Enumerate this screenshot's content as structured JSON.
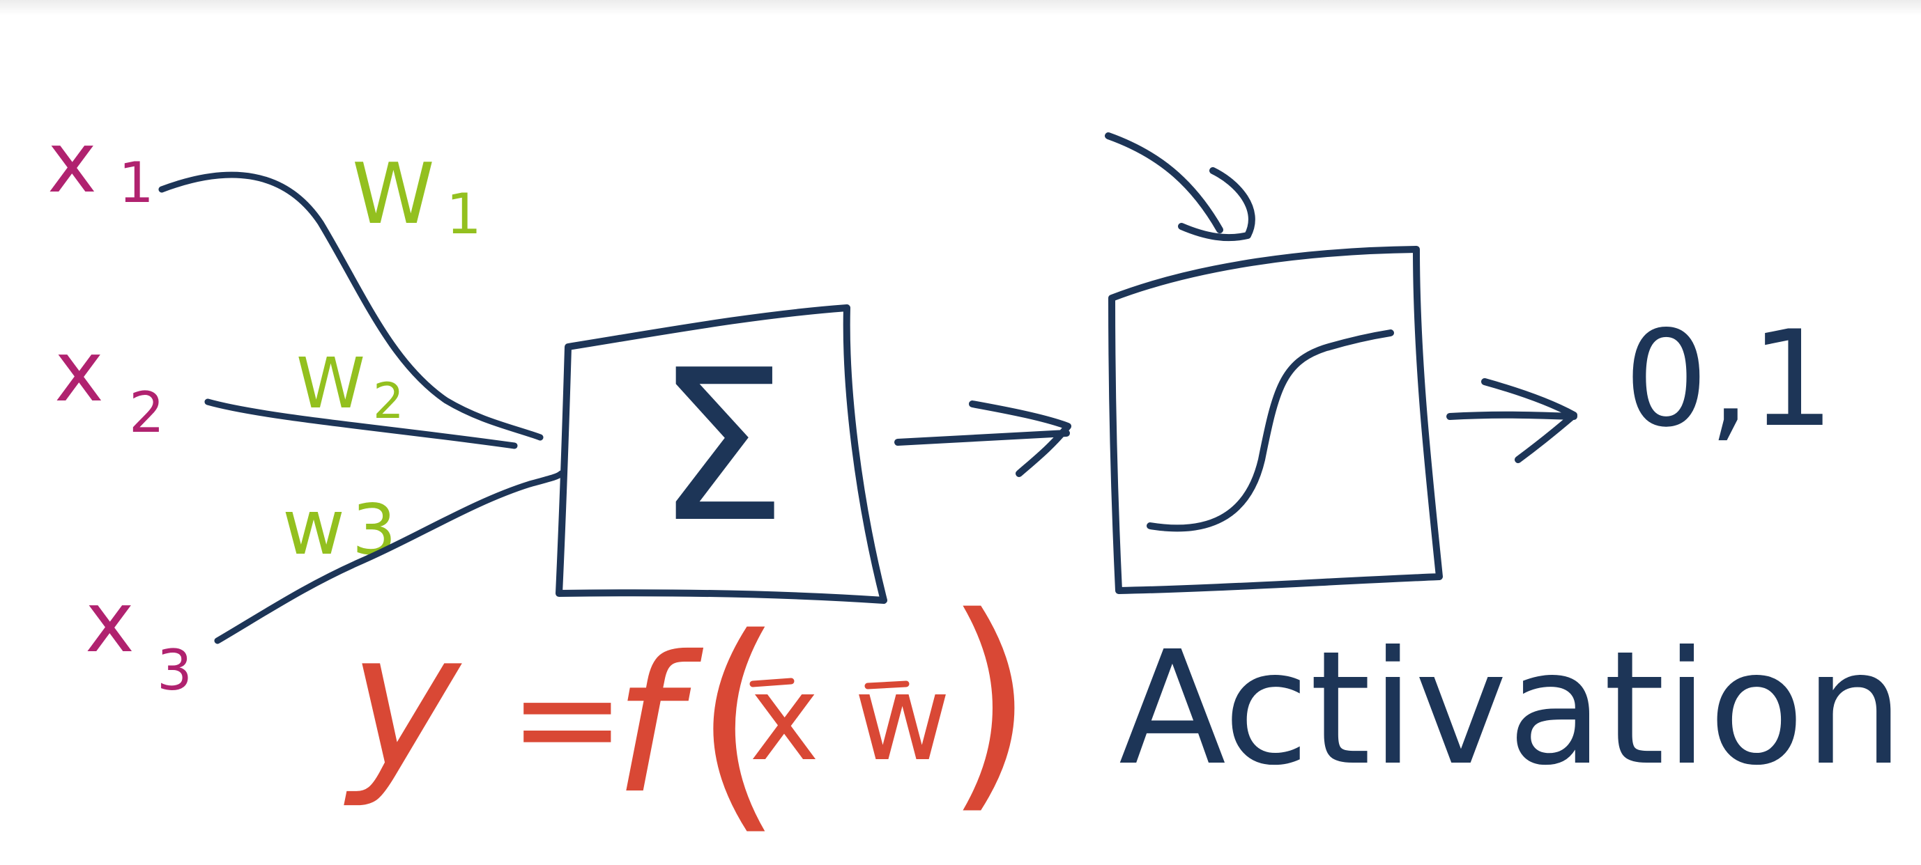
{
  "colors": {
    "navy": "#1d3557",
    "magenta": "#b0226f",
    "green": "#93c01f",
    "red": "#d94835"
  },
  "inputs": [
    {
      "name": "x",
      "sub": "1"
    },
    {
      "name": "x",
      "sub": "2"
    },
    {
      "name": "x",
      "sub": "3"
    }
  ],
  "weights": [
    {
      "name": "W",
      "sub": "1"
    },
    {
      "name": "W",
      "sub": "2"
    },
    {
      "name": "w",
      "sub": "3"
    }
  ],
  "summation_symbol": "Σ",
  "output_label": "0,1",
  "activation_label": "Activation",
  "equation": {
    "lhs": "y",
    "equals": "=",
    "func": "f",
    "open_paren": "(",
    "x": "x",
    "w": "w",
    "close_paren": ")"
  }
}
